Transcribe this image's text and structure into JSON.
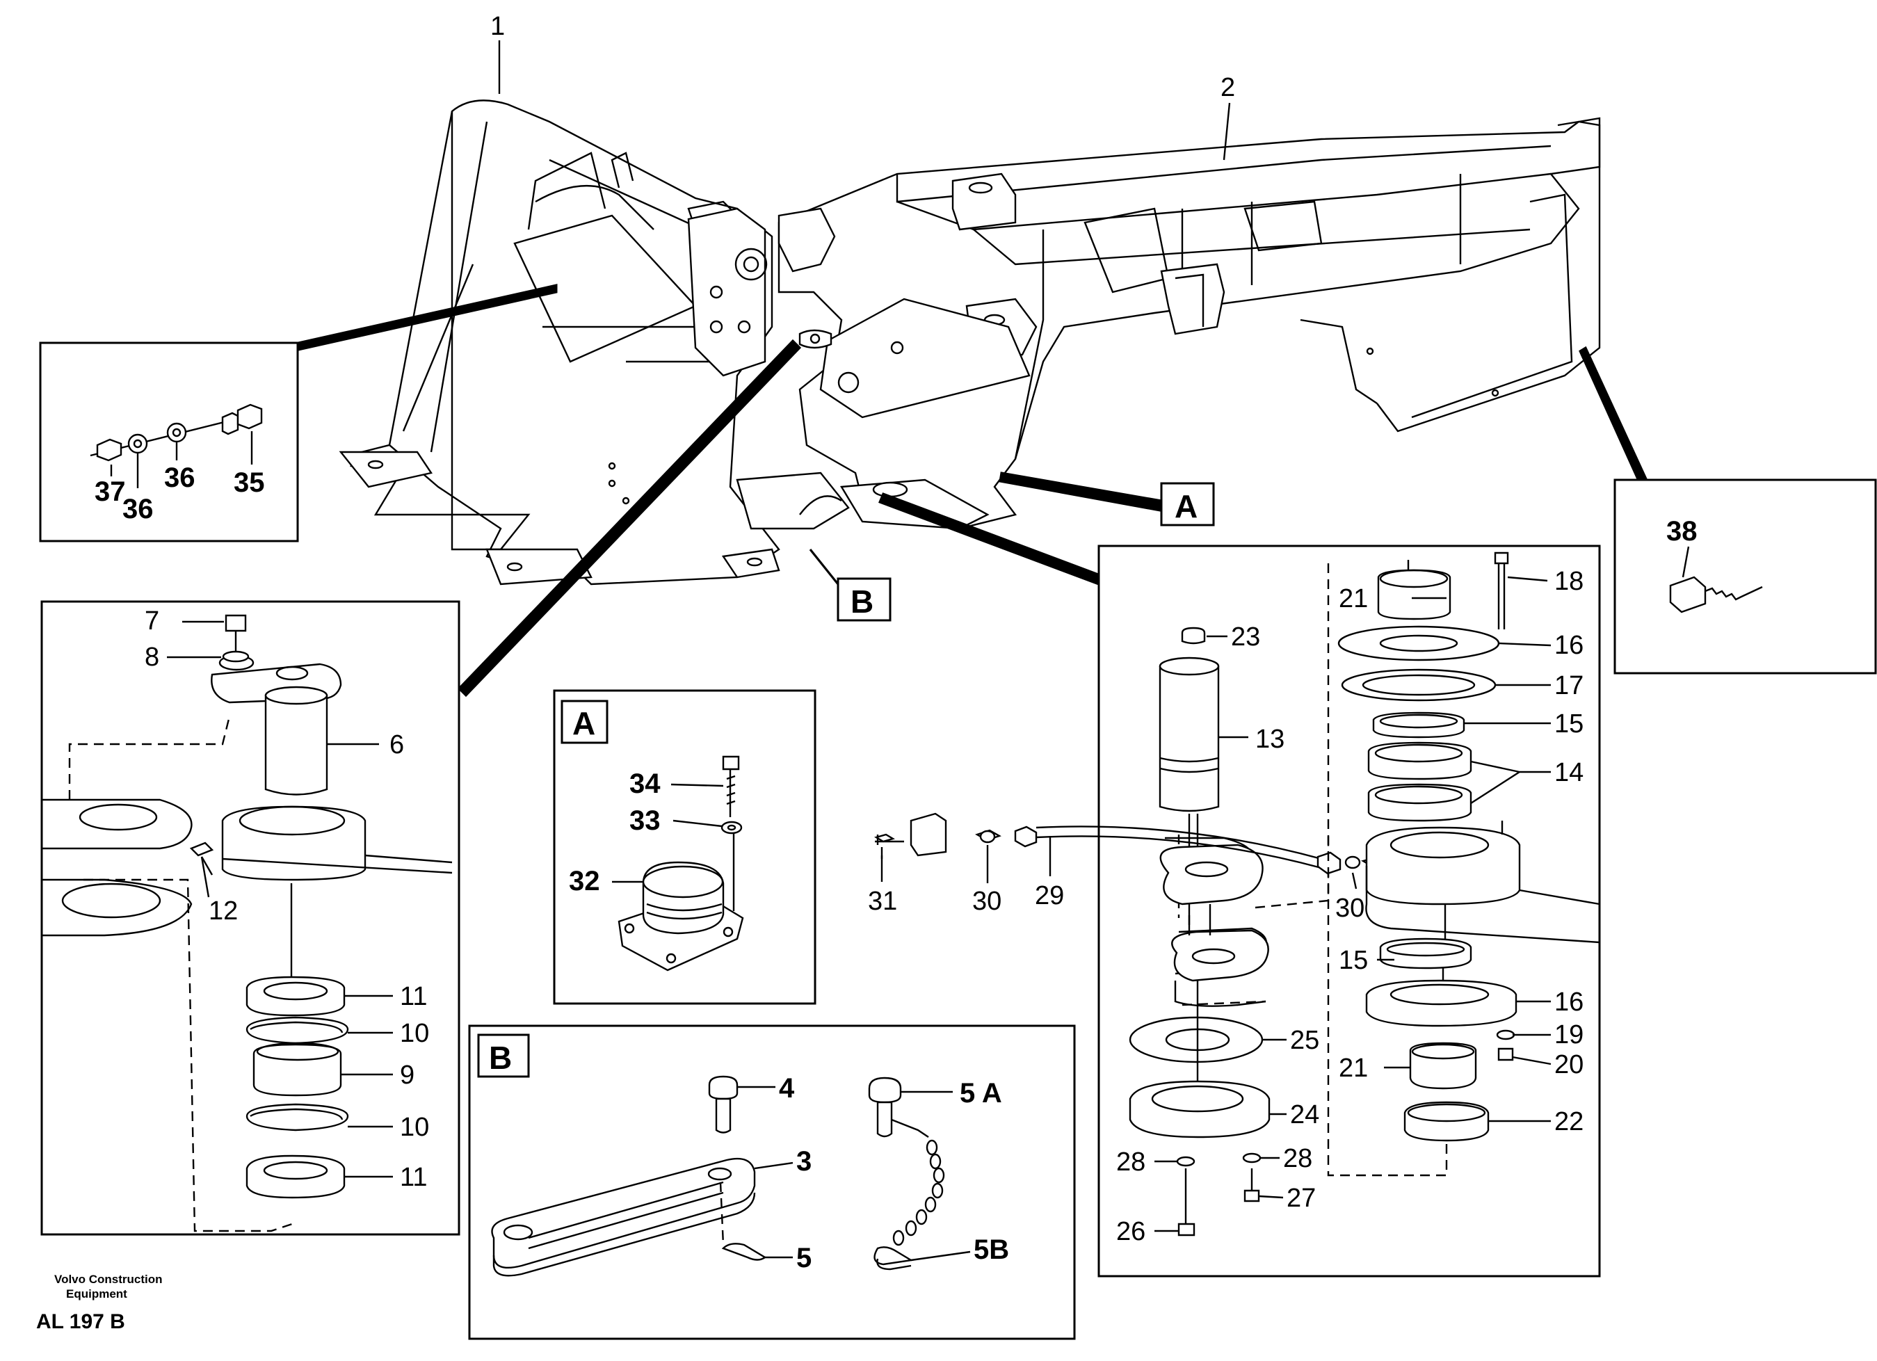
{
  "callouts": {
    "c1": "1",
    "c2": "2",
    "c3": "3",
    "c4": "4",
    "c5": "5",
    "c5a": "5 A",
    "c5b": "5B",
    "c6": "6",
    "c7": "7",
    "c8": "8",
    "c9": "9",
    "c10a": "10",
    "c10b": "10",
    "c11a": "11",
    "c11b": "11",
    "c12": "12",
    "c13": "13",
    "c14": "14",
    "c15a": "15",
    "c15b": "15",
    "c16a": "16",
    "c16b": "16",
    "c17": "17",
    "c18": "18",
    "c19": "19",
    "c20": "20",
    "c21a": "21",
    "c21b": "21",
    "c22": "22",
    "c23": "23",
    "c24": "24",
    "c25": "25",
    "c26": "26",
    "c27": "27",
    "c28a": "28",
    "c28b": "28",
    "c29": "29",
    "c30a": "30",
    "c30b": "30",
    "c31": "31",
    "c32": "32",
    "c33": "33",
    "c34": "34",
    "c35": "35",
    "c36a": "36",
    "c36b": "36",
    "c37": "37",
    "c38": "38"
  },
  "section_markers": {
    "a_main": "A",
    "b_main": "B",
    "a_box": "A",
    "b_box": "B"
  },
  "footer": {
    "maker_line1": "Volvo Construction",
    "maker_line2": "Equipment",
    "code": "AL 197 B"
  }
}
